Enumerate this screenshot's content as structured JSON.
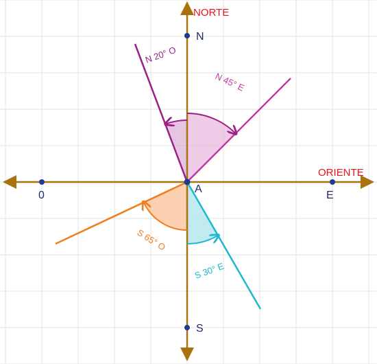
{
  "axis_labels": {
    "north_axis": "NORTE",
    "east_axis": "ORIENTE"
  },
  "points": {
    "origin": "A",
    "north": "N",
    "south": "S",
    "east": "E",
    "west": "0"
  },
  "bearings": [
    {
      "label": "N 20° O",
      "from": "N",
      "degrees": 20,
      "toward": "O",
      "color": "#9b1f8a"
    },
    {
      "label": "N 45° E",
      "from": "N",
      "degrees": 45,
      "toward": "E",
      "color": "#c2399f"
    },
    {
      "label": "S 65° O",
      "from": "S",
      "degrees": 65,
      "toward": "O",
      "color": "#f07d1e"
    },
    {
      "label": "S 30° E",
      "from": "S",
      "degrees": 30,
      "toward": "E",
      "color": "#1eb8cf"
    }
  ],
  "colors": {
    "axis": "#a8730d",
    "point": "#1f3a93",
    "direction_label": "#e8141f",
    "point_label": "#1f2a6e",
    "grid": "#e3e3e3"
  }
}
